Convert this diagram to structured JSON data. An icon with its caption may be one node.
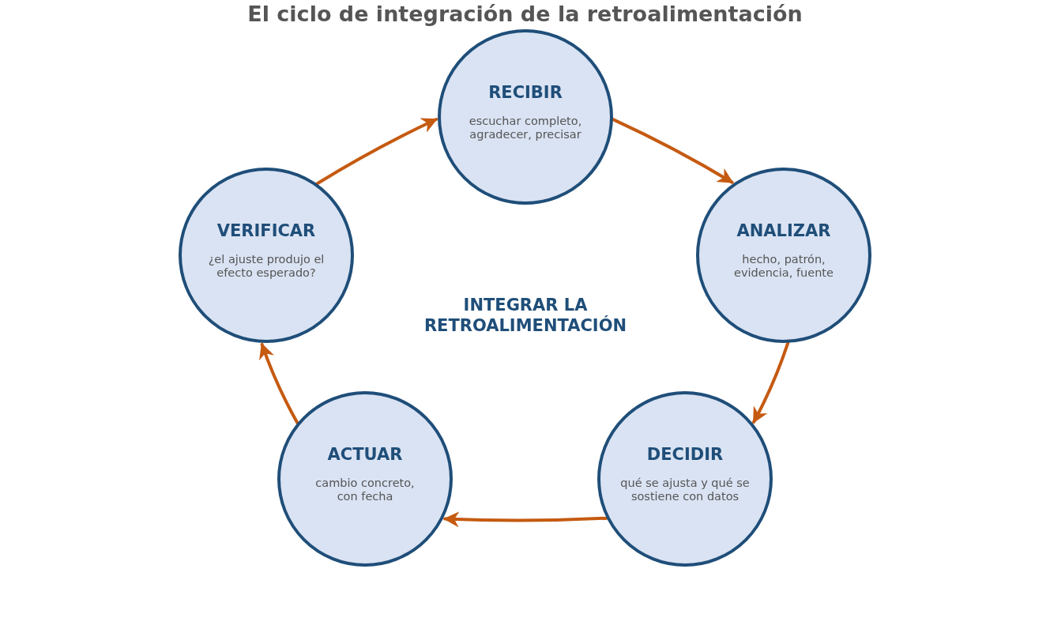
{
  "diagram": {
    "title": "El ciclo de integración de la retroalimentación",
    "nodes": [
      {
        "text": [
          "RECIBIR",
          "escuchar completo, agradecer, precisar"
        ]
      },
      {
        "text": [
          "ANALIZAR",
          "hecho, patrón, evidencia, fuente"
        ]
      },
      {
        "text": [
          "DECIDIR",
          "qué se ajusta y qué se sostiene con datos"
        ]
      },
      {
        "text": [
          "ACTUAR",
          "cambio concreto, con fecha"
        ]
      },
      {
        "text": [
          "VERIFICAR",
          "¿el ajuste produjo el efecto esperado?"
        ]
      }
    ],
    "edges": [
      {
        "from": 0,
        "to": 1,
        "arrow": "to"
      },
      {
        "from": 1,
        "to": 2,
        "arrow": "to"
      },
      {
        "from": 2,
        "to": 3,
        "arrow": "to"
      },
      {
        "from": 3,
        "to": 4,
        "arrow": "to"
      },
      {
        "from": 4,
        "to": 0,
        "arrow": "to"
      }
    ],
    "labels": [
      "INTEGRAR LA RETROALIMENTACIÓN"
    ]
  }
}
